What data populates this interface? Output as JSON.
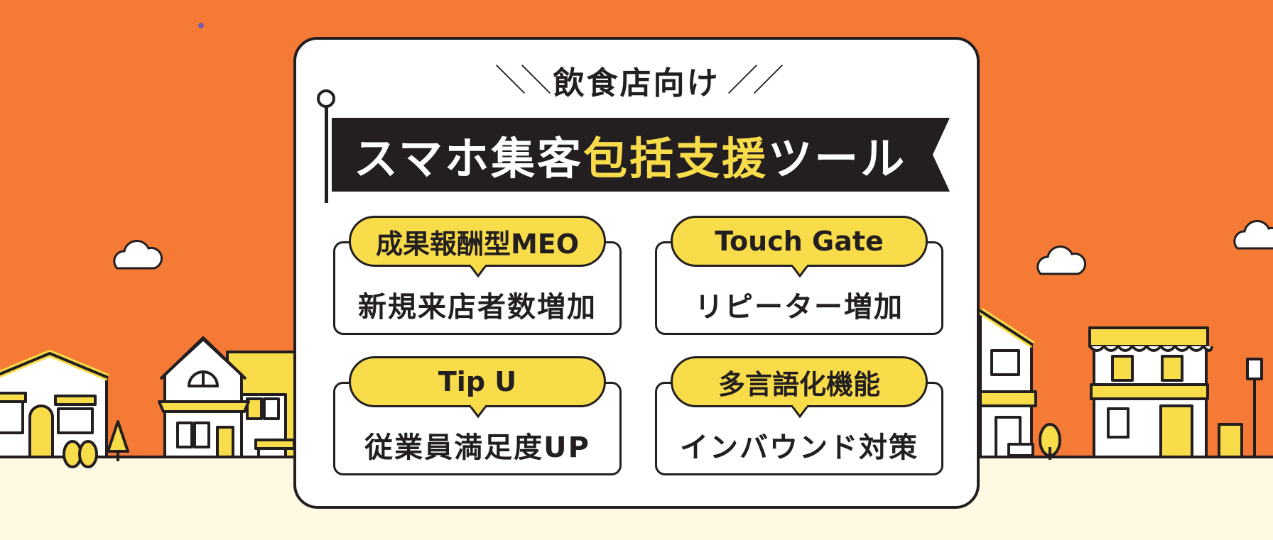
{
  "kicker": "飲食店向け",
  "title": {
    "part1": "スマホ集客",
    "highlight": "包括支援",
    "part2": "ツール"
  },
  "features": [
    {
      "name": "成果報酬型MEO",
      "description": "新規来店者数増加"
    },
    {
      "name": "Touch Gate",
      "description": "リピーター増加"
    },
    {
      "name": "Tip U",
      "description": "従業員満足度UP"
    },
    {
      "name": "多言語化機能",
      "description": "インバウンド対策"
    }
  ],
  "colors": {
    "background": "#f47a36",
    "ground": "#fff8e3",
    "accent": "#f9dc4a",
    "ink": "#231f20",
    "white": "#ffffff"
  }
}
